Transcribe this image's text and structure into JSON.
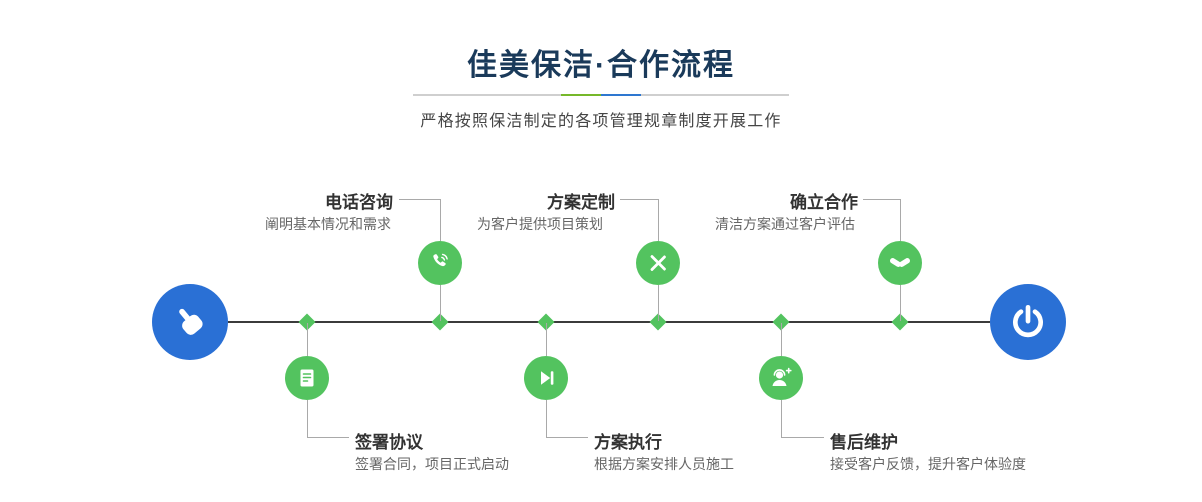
{
  "header": {
    "title": "佳美保洁·合作流程",
    "subtitle": "严格按照保洁制定的各项管理规章制度开展工作"
  },
  "timeline": {
    "start_icon": "pointing-hand-icon",
    "end_icon": "power-icon",
    "steps_top": [
      {
        "title": "电话咨询",
        "desc": "阐明基本情况和需求",
        "icon": "phone-icon"
      },
      {
        "title": "方案定制",
        "desc": "为客户提供项目策划",
        "icon": "design-tools-icon"
      },
      {
        "title": "确立合作",
        "desc": "清洁方案通过客户评估",
        "icon": "handshake-icon"
      }
    ],
    "steps_bottom": [
      {
        "title": "签署协议",
        "desc": "签署合同，项目正式启动",
        "icon": "contract-icon"
      },
      {
        "title": "方案执行",
        "desc": "根据方案安排人员施工",
        "icon": "play-next-icon"
      },
      {
        "title": "售后维护",
        "desc": "接受客户反馈，提升客户体验度",
        "icon": "support-headset-icon"
      }
    ]
  },
  "colors": {
    "accent_blue": "#2a70d5",
    "accent_green": "#53c35f",
    "title_navy": "#1a3a5a",
    "divider_green": "#76b82a",
    "divider_blue": "#2e77d0"
  }
}
